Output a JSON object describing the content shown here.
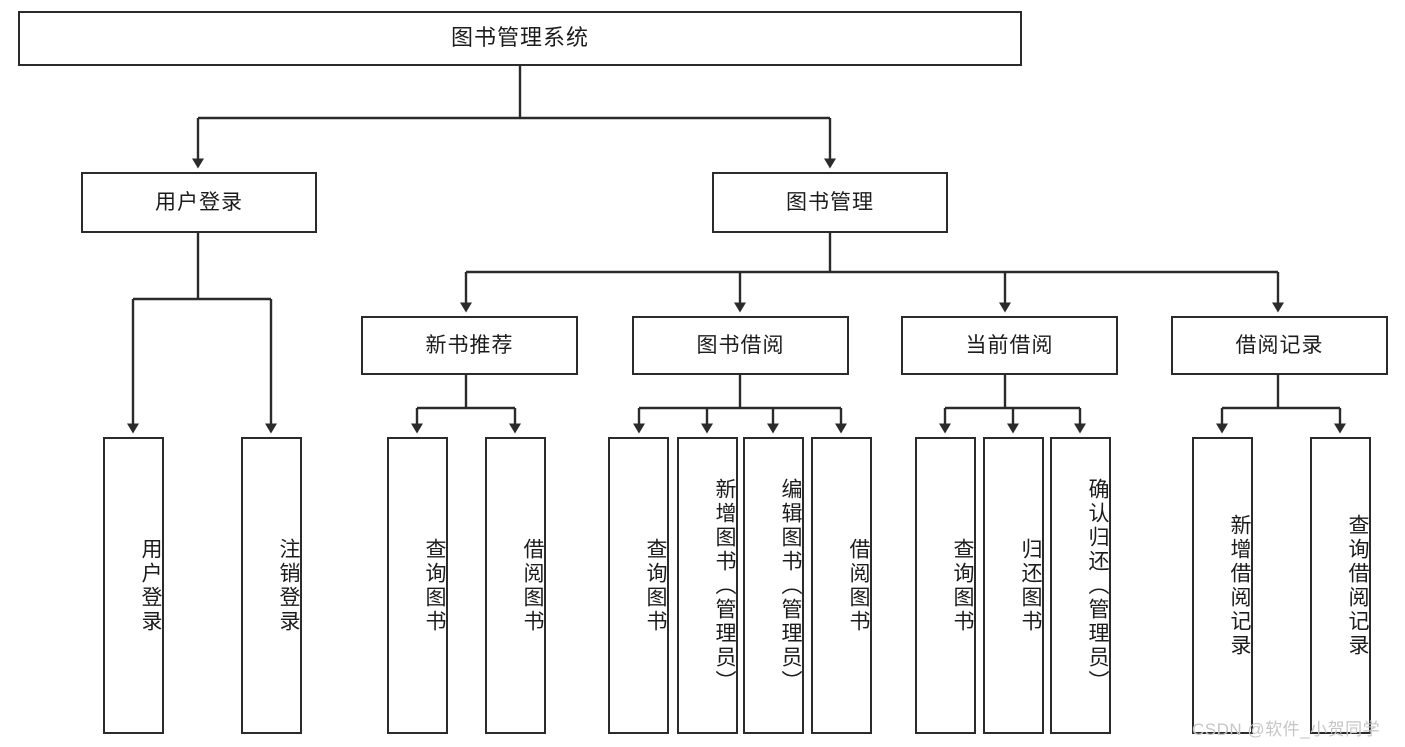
{
  "diagram": {
    "title": "图书管理系统",
    "type": "tree-hierarchy",
    "colors": {
      "box_border": "#2b2b2b",
      "box_fill": "#ffffff",
      "edge": "#2b2b2b",
      "text": "#1c1c1c",
      "watermark": "#c6c6c6"
    },
    "root": {
      "id": "root",
      "label": "图书管理系统"
    },
    "level2": [
      {
        "id": "user-login",
        "label": "用户登录"
      },
      {
        "id": "book-manage",
        "label": "图书管理"
      }
    ],
    "level3": [
      {
        "id": "new-book-recommend",
        "label": "新书推荐"
      },
      {
        "id": "book-borrow",
        "label": "图书借阅"
      },
      {
        "id": "current-borrow",
        "label": "当前借阅"
      },
      {
        "id": "borrow-record",
        "label": "借阅记录"
      }
    ],
    "leaves": {
      "user_login": [
        {
          "id": "leaf-user-login",
          "label": "用户登录"
        },
        {
          "id": "leaf-logout-login",
          "label": "注销登录"
        }
      ],
      "new_book_recommend": [
        {
          "id": "leaf-query-book-1",
          "label": "查询图书"
        },
        {
          "id": "leaf-borrow-book-1",
          "label": "借阅图书"
        }
      ],
      "book_borrow": [
        {
          "id": "leaf-query-book-2",
          "label": "查询图书"
        },
        {
          "id": "leaf-add-book",
          "label": "新增图书（管理员）"
        },
        {
          "id": "leaf-edit-book",
          "label": "编辑图书（管理员）"
        },
        {
          "id": "leaf-borrow-book-2",
          "label": "借阅图书"
        }
      ],
      "current_borrow": [
        {
          "id": "leaf-query-book-3",
          "label": "查询图书"
        },
        {
          "id": "leaf-return-book",
          "label": "归还图书"
        },
        {
          "id": "leaf-confirm-return",
          "label": "确认归还（管理员）"
        }
      ],
      "borrow_record": [
        {
          "id": "leaf-add-record",
          "label": "新增借阅记录"
        },
        {
          "id": "leaf-query-record",
          "label": "查询借阅记录"
        }
      ]
    }
  },
  "watermark": {
    "text": "CSDN @软件_小贺同学"
  }
}
